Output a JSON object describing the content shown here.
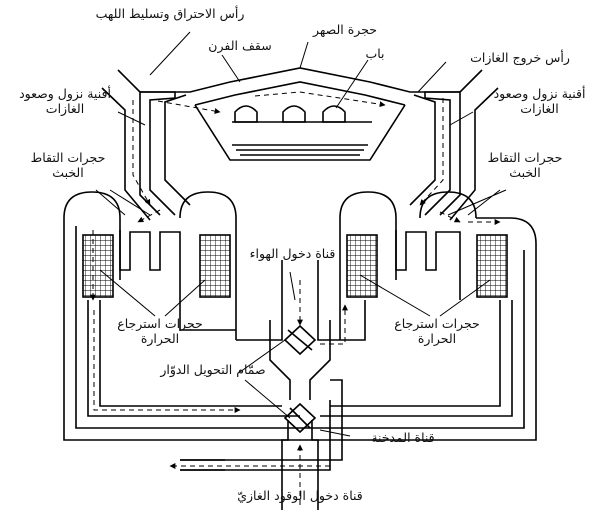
{
  "labels": {
    "combustion_head": "رأس الاحتراق وتسليط اللهب",
    "melting_chamber": "حجرة الصهر",
    "furnace_roof": "سقف الفرن",
    "door": "باب",
    "gas_exit_head": "رأس خروج الغازات",
    "gas_channels_left": "أقنية نزول وصعود الغازات",
    "gas_channels_right": "أقنية نزول وصعود الغازات",
    "slag_chambers_left": "حجرات التقاط الخبث",
    "slag_chambers_right": "حجرات التقاط الخبث",
    "air_inlet": "قناة دخول الهواء",
    "regenerators_left": "حجرات استرجاع الحرارة",
    "regenerators_right": "حجرات استرجاع الحرارة",
    "rotary_valve": "صمّام التحويل الدوّار",
    "chimney_channel": "قناة المدخنة",
    "fuel_gas_inlet": "قناة دخول الوقود الغازيّ"
  }
}
